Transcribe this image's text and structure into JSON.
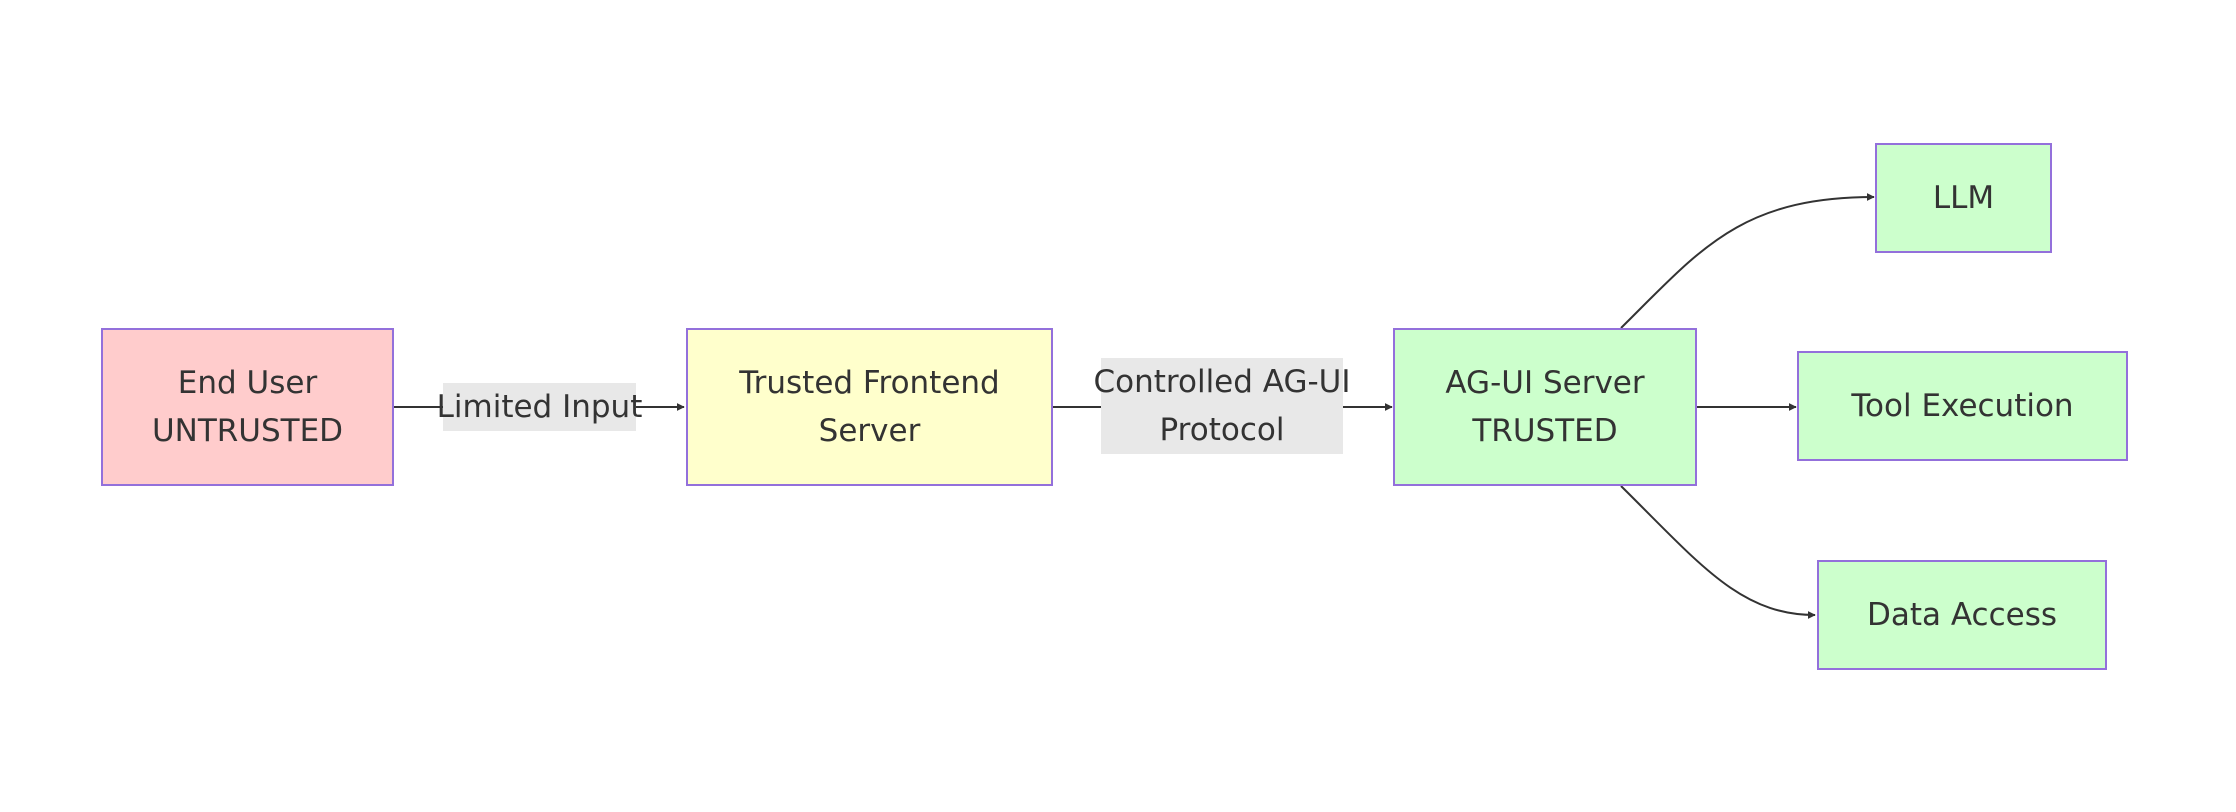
{
  "colors": {
    "untrusted_fill": "#ffcccc",
    "frontend_fill": "#ffffcc",
    "trusted_fill": "#ccffcc",
    "node_border": "#9370db",
    "edge": "#333333",
    "label_bg": "#e8e8e8",
    "text": "#333333"
  },
  "nodes": {
    "end_user": {
      "line1": "End User",
      "line2": "UNTRUSTED"
    },
    "frontend": {
      "line1": "Trusted Frontend",
      "line2": "Server"
    },
    "agui_server": {
      "line1": "AG-UI Server",
      "line2": "TRUSTED"
    },
    "llm": {
      "label": "LLM"
    },
    "tool_execution": {
      "label": "Tool Execution"
    },
    "data_access": {
      "label": "Data Access"
    }
  },
  "edges": {
    "limited_input": {
      "label": "Limited Input"
    },
    "controlled_protocol": {
      "line1": "Controlled AG-UI",
      "line2": "Protocol"
    }
  }
}
